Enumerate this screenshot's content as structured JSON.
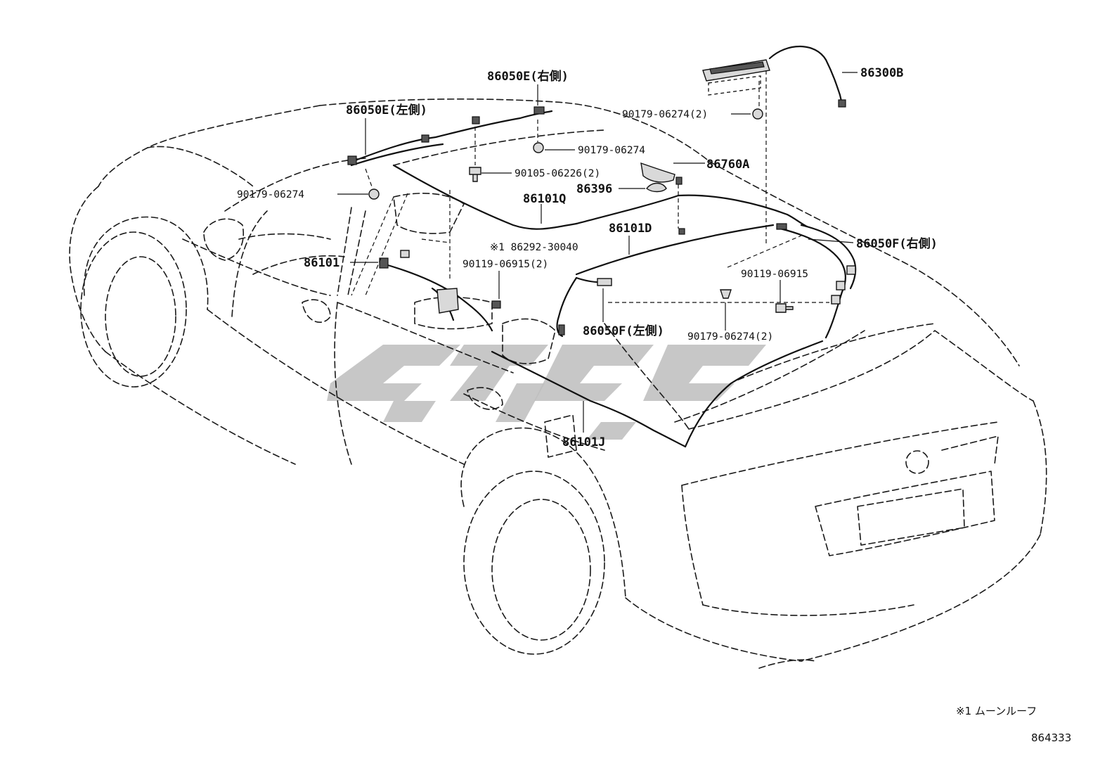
{
  "labels": {
    "p86300B": "86300B",
    "p86050E_right": "86050E(右側)",
    "p86050E_left": "86050E(左側)",
    "p90179_06274_2_top": "90179-06274(2)",
    "p90179_06274_mid": "90179-06274",
    "p90105_06226_2": "90105-06226(2)",
    "p86760A": "86760A",
    "p86396": "86396",
    "p90179_06274_left": "90179-06274",
    "p86101Q": "86101Q",
    "p86101D": "86101D",
    "p86292_30040": "※1 86292-30040",
    "p86050F_right": "86050F(右側)",
    "p86101": "86101",
    "p90119_06915_2": "90119-06915(2)",
    "p90119_06915": "90119-06915",
    "p86050F_left": "86050F(左側)",
    "p90179_06274_2_bottom": "90179-06274(2)",
    "p86101J": "86101J"
  },
  "footnote": "※1 ムーンルーフ",
  "figure_number": "864333",
  "colors": {
    "line": "#111111",
    "watermark": "#bdbdbd",
    "background": "#ffffff"
  }
}
